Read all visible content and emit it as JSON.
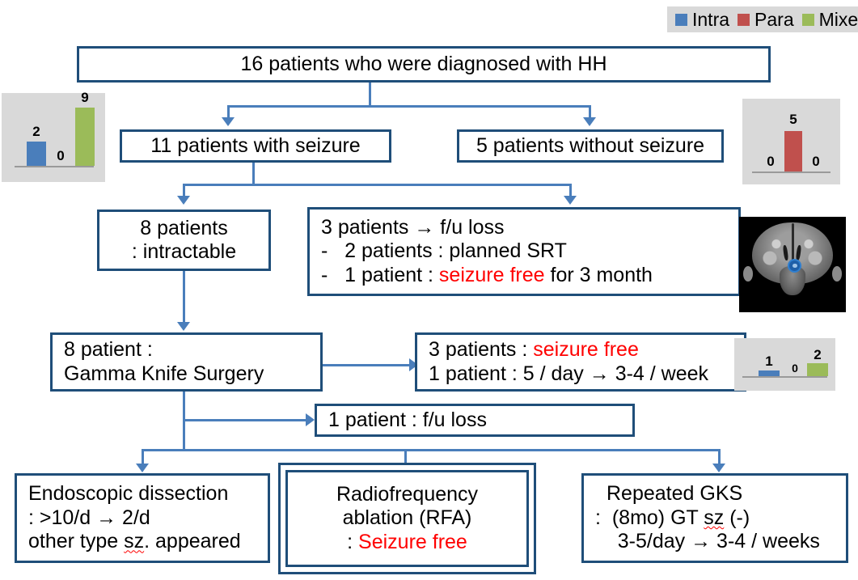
{
  "legend": {
    "items": [
      {
        "label": "Intra",
        "color": "#4a7ebb"
      },
      {
        "label": "Para",
        "color": "#c0504d"
      },
      {
        "label": "Mixed",
        "color": "#9bbb59"
      }
    ]
  },
  "flow": {
    "top": {
      "text": "16 patients who were diagnosed with HH"
    },
    "with_seizure": {
      "text": "11 patients with seizure"
    },
    "without_seizure": {
      "text": "5 patients without seizure"
    },
    "intractable": {
      "line1": "8 patients",
      "line2": ": intractable"
    },
    "fu_loss": {
      "line1": "3 patients → f/u loss",
      "line2": "-   2 patients : planned SRT",
      "line3_a": "-   1 patient : ",
      "line3_red": "seizure free",
      "line3_b": " for 3 month"
    },
    "gks": {
      "line1": "8 patient :",
      "line2": "Gamma Knife Surgery"
    },
    "gks_outcome": {
      "line1_a": "3 patients : ",
      "line1_red": "seizure free",
      "line2": "1 patient : 5 / day → 3-4 / week"
    },
    "gks_fu_loss": {
      "text": "1 patient : f/u loss"
    },
    "endoscopic": {
      "line1": "Endoscopic dissection",
      "line2": ": >10/d → 2/d",
      "line3_a": "other type ",
      "line3_spell": "sz",
      "line3_b": ". appeared"
    },
    "rfa": {
      "line1": "Radiofrequency",
      "line2": "ablation (RFA)",
      "line3_colon": ": ",
      "line3_red": "Seizure free"
    },
    "repeated_gks": {
      "line1": "Repeated GKS",
      "line2_a": ":  (8mo) GT ",
      "line2_spell": "sz",
      "line2_b": " (-)",
      "line3": "    3-5/day → 3-4 / weeks"
    }
  },
  "chart_data": [
    {
      "type": "bar",
      "name": "with-seizure-subtype-chart",
      "categories": [
        "Intra",
        "Para",
        "Mixed"
      ],
      "values": [
        2,
        0,
        9
      ],
      "colors": [
        "#4a7ebb",
        "#c0504d",
        "#9bbb59"
      ],
      "title": "",
      "xlabel": "",
      "ylabel": "",
      "ylim": [
        0,
        9
      ],
      "grid": false,
      "legend": "top-right"
    },
    {
      "type": "bar",
      "name": "without-seizure-subtype-chart",
      "categories": [
        "Intra",
        "Para",
        "Mixed"
      ],
      "values": [
        0,
        5,
        0
      ],
      "colors": [
        "#4a7ebb",
        "#c0504d",
        "#9bbb59"
      ],
      "title": "",
      "xlabel": "",
      "ylabel": "",
      "ylim": [
        0,
        5
      ],
      "grid": false,
      "legend": "top-right"
    },
    {
      "type": "bar",
      "name": "gks-outcome-subtype-chart",
      "categories": [
        "Intra",
        "Para",
        "Mixed"
      ],
      "values": [
        1,
        0,
        2
      ],
      "colors": [
        "#4a7ebb",
        "#c0504d",
        "#9bbb59"
      ],
      "title": "",
      "xlabel": "",
      "ylabel": "",
      "ylim": [
        0,
        2
      ],
      "grid": false,
      "legend": "top-right"
    }
  ],
  "mri": {
    "caption": "coronal-brain-mri-with-lesion-marker"
  }
}
